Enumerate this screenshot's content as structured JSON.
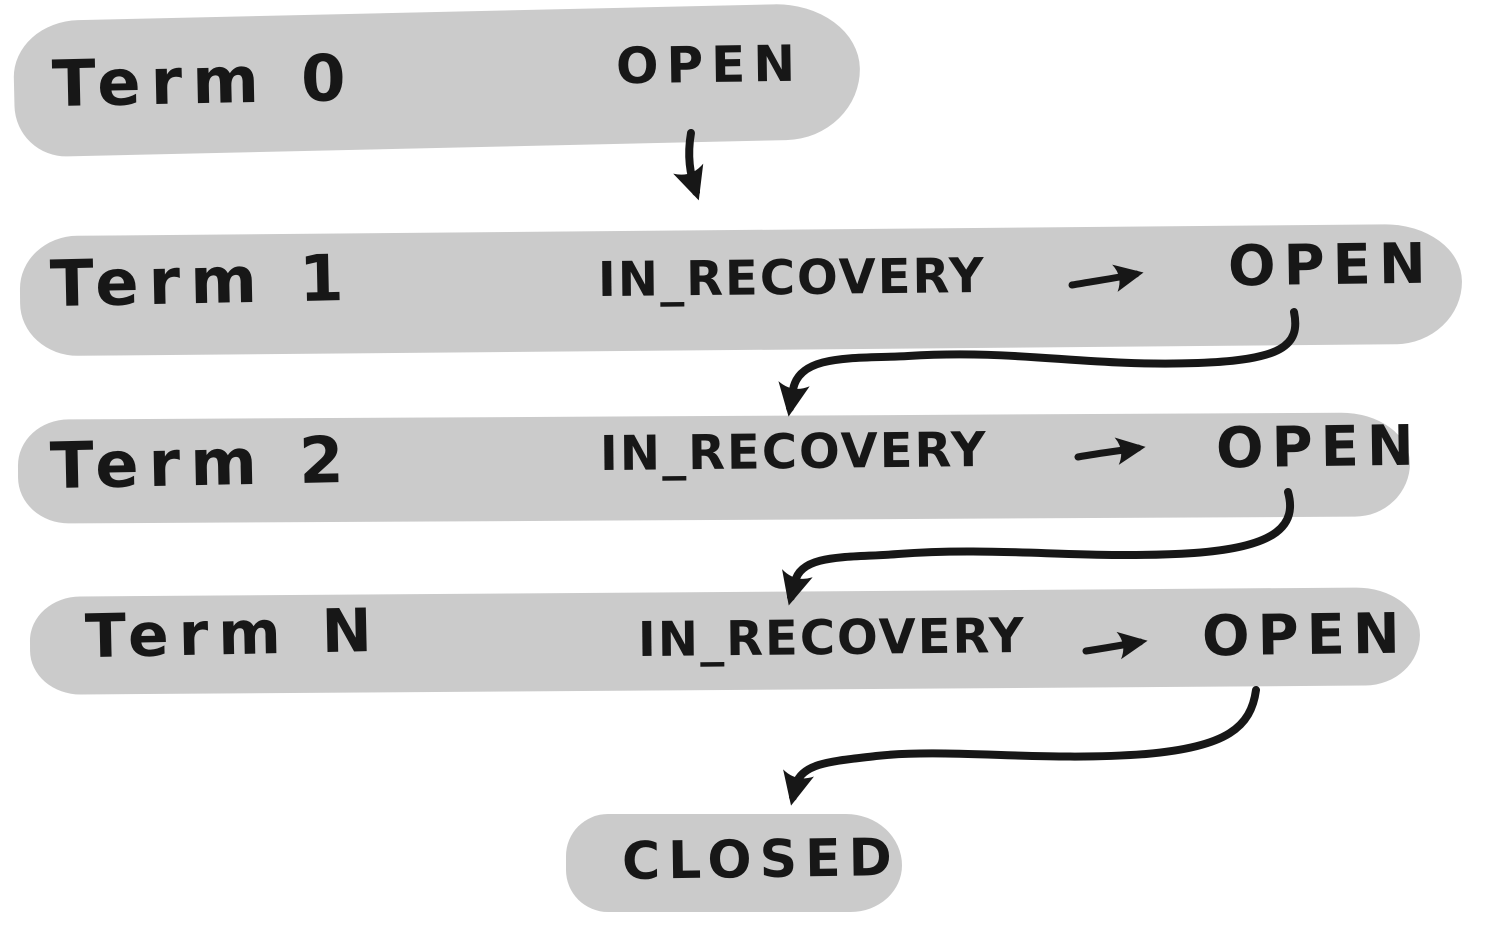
{
  "colors": {
    "highlight": "#cbcbcb",
    "ink": "#171717",
    "background": "#ffffff"
  },
  "rows": [
    {
      "term": "Term 0",
      "state": "OPEN"
    },
    {
      "term": "Term 1",
      "from_state": "IN_RECOVERY",
      "to_state": "OPEN"
    },
    {
      "term": "Term 2",
      "from_state": "IN_RECOVERY",
      "to_state": "OPEN"
    },
    {
      "term": "Term N",
      "from_state": "IN_RECOVERY",
      "to_state": "OPEN"
    }
  ],
  "final_state": "CLOSED",
  "arrows": {
    "term0_open_to_term1": "OPEN (Term 0) -> Term 1 row",
    "term1_open_to_term2": "OPEN (Term 1) -> Term 2 row",
    "term2_open_to_termN": "OPEN (Term 2) -> Term N row",
    "termN_open_to_closed": "OPEN (Term N) -> CLOSED",
    "recovery_to_open": "IN_RECOVERY -> OPEN"
  }
}
